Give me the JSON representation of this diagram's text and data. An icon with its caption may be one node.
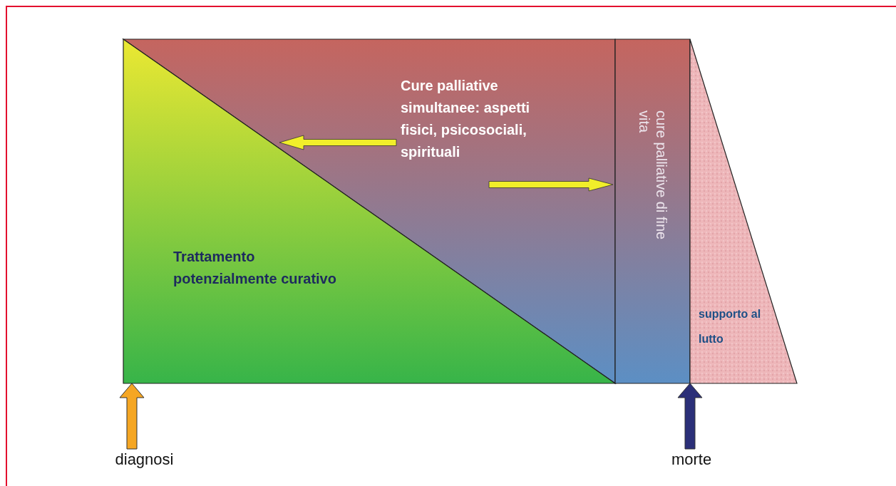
{
  "diagram": {
    "nodes": [
      {
        "text": [
          "Trattamento potenzialmente curativo"
        ]
      },
      {
        "text": [
          "Cure palliative simultanee: aspetti fisici, psicosociali, spirituali"
        ]
      },
      {
        "text": [
          "cure palliative di fine vita"
        ]
      },
      {
        "text": [
          "supporto al lutto"
        ]
      },
      {
        "text": [
          "diagnosi"
        ]
      },
      {
        "text": [
          "morte"
        ]
      }
    ],
    "edges": [
      {
        "from": 1,
        "to": 0,
        "arrow": "to"
      },
      {
        "from": 1,
        "to": 2,
        "arrow": "to"
      },
      {
        "from": 4,
        "to": 0,
        "arrow": "to",
        "style": "thick",
        "color": "#f5a623"
      },
      {
        "from": 5,
        "to": 3,
        "arrow": "to",
        "style": "thick",
        "color": "#2b2f78"
      }
    ]
  }
}
